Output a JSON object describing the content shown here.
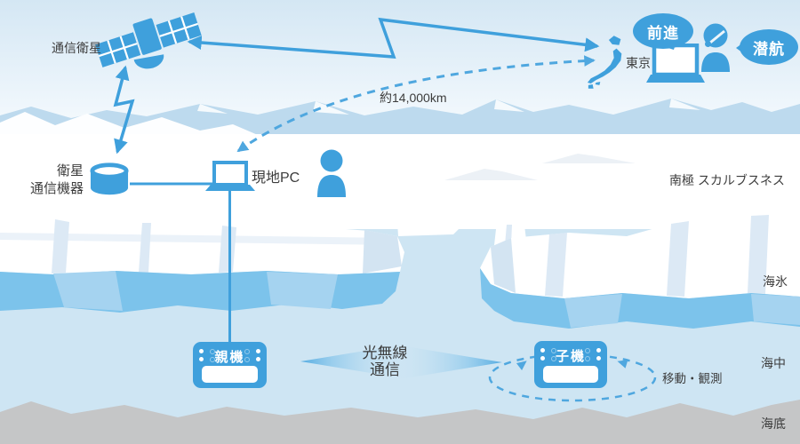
{
  "colors": {
    "primary_blue": "#3FA0DC",
    "dash_blue": "#4FA7DF",
    "water": "#CEE5F3",
    "ice_shadow": "#DCE9F5",
    "deep_ice": "#7CC3EB",
    "mountain": "#BDDAEE",
    "seabed_gray": "#C5C6C7",
    "text": "#3C3C3C"
  },
  "antarctica": {
    "satellite_label": "通信衛星",
    "sat_equipment_line1": "衛星",
    "sat_equipment_line2": "通信機器",
    "local_pc_label": "現地PC",
    "region_label": "南極 スカルブスネス",
    "sea_ice_label": "海氷",
    "undersea_label": "海中",
    "seabed_label": "海底"
  },
  "japan": {
    "city_label": "東京",
    "bubble_forward": "前進",
    "bubble_dive": "潜航"
  },
  "link": {
    "distance_label": "約14,000km",
    "optical_line1": "光無線",
    "optical_line2": "通信",
    "move_observe_label": "移動・観測"
  },
  "underwater": {
    "parent_unit_label": "親機",
    "child_unit_label": "子機"
  }
}
